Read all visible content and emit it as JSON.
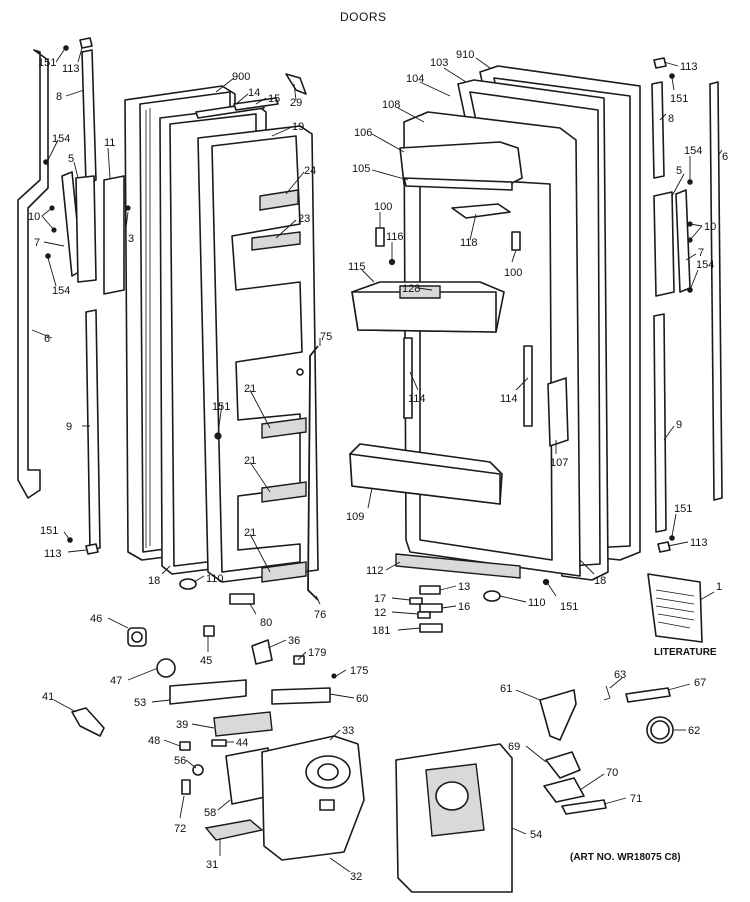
{
  "title": "DOORS",
  "art_number": "(ART NO. WR18075 C8)",
  "literature_label": "LITERATURE",
  "callouts": [
    {
      "id": "c151a",
      "text": "151"
    },
    {
      "id": "c113a",
      "text": "113"
    },
    {
      "id": "c8a",
      "text": "8"
    },
    {
      "id": "c11",
      "text": "11"
    },
    {
      "id": "c154a",
      "text": "154"
    },
    {
      "id": "c5a",
      "text": "5"
    },
    {
      "id": "c3",
      "text": "3"
    },
    {
      "id": "c10a",
      "text": "10"
    },
    {
      "id": "c7a",
      "text": "7"
    },
    {
      "id": "c154b",
      "text": "154"
    },
    {
      "id": "c6a",
      "text": "6"
    },
    {
      "id": "c9a",
      "text": "9"
    },
    {
      "id": "c151b",
      "text": "151"
    },
    {
      "id": "c113b",
      "text": "113"
    },
    {
      "id": "c900",
      "text": "900"
    },
    {
      "id": "c14",
      "text": "14"
    },
    {
      "id": "c15",
      "text": "15"
    },
    {
      "id": "c29",
      "text": "29"
    },
    {
      "id": "c19",
      "text": "19"
    },
    {
      "id": "c24",
      "text": "24"
    },
    {
      "id": "c23",
      "text": "23"
    },
    {
      "id": "c75",
      "text": "75"
    },
    {
      "id": "c151c",
      "text": "151"
    },
    {
      "id": "c21a",
      "text": "21"
    },
    {
      "id": "c21b",
      "text": "21"
    },
    {
      "id": "c21c",
      "text": "21"
    },
    {
      "id": "c18a",
      "text": "18"
    },
    {
      "id": "c110a",
      "text": "110"
    },
    {
      "id": "c76",
      "text": "76"
    },
    {
      "id": "c80",
      "text": "80"
    },
    {
      "id": "c910",
      "text": "910"
    },
    {
      "id": "c103",
      "text": "103"
    },
    {
      "id": "c104",
      "text": "104"
    },
    {
      "id": "c108",
      "text": "108"
    },
    {
      "id": "c106",
      "text": "106"
    },
    {
      "id": "c105",
      "text": "105"
    },
    {
      "id": "c100a",
      "text": "100"
    },
    {
      "id": "c116",
      "text": "116"
    },
    {
      "id": "c118",
      "text": "118"
    },
    {
      "id": "c100b",
      "text": "100"
    },
    {
      "id": "c115",
      "text": "115"
    },
    {
      "id": "c128",
      "text": "128"
    },
    {
      "id": "c114a",
      "text": "114"
    },
    {
      "id": "c114b",
      "text": "114"
    },
    {
      "id": "c107",
      "text": "107"
    },
    {
      "id": "c109",
      "text": "109"
    },
    {
      "id": "c112",
      "text": "112"
    },
    {
      "id": "c18b",
      "text": "18"
    },
    {
      "id": "c13",
      "text": "13"
    },
    {
      "id": "c17",
      "text": "17"
    },
    {
      "id": "c16",
      "text": "16"
    },
    {
      "id": "c12",
      "text": "12"
    },
    {
      "id": "c181",
      "text": "181"
    },
    {
      "id": "c110b",
      "text": "110"
    },
    {
      "id": "c151d",
      "text": "151"
    },
    {
      "id": "c113c",
      "text": "113"
    },
    {
      "id": "c151e",
      "text": "151"
    },
    {
      "id": "c8b",
      "text": "8"
    },
    {
      "id": "c154c",
      "text": "154"
    },
    {
      "id": "c6b",
      "text": "6"
    },
    {
      "id": "c5b",
      "text": "5"
    },
    {
      "id": "c10b",
      "text": "10"
    },
    {
      "id": "c7b",
      "text": "7"
    },
    {
      "id": "c154d",
      "text": "154"
    },
    {
      "id": "c9b",
      "text": "9"
    },
    {
      "id": "c151f",
      "text": "151"
    },
    {
      "id": "c113d",
      "text": "113"
    },
    {
      "id": "c1",
      "text": "1"
    },
    {
      "id": "c46",
      "text": "46"
    },
    {
      "id": "c45",
      "text": "45"
    },
    {
      "id": "c36",
      "text": "36"
    },
    {
      "id": "c179",
      "text": "179"
    },
    {
      "id": "c175",
      "text": "175"
    },
    {
      "id": "c47",
      "text": "47"
    },
    {
      "id": "c41",
      "text": "41"
    },
    {
      "id": "c53",
      "text": "53"
    },
    {
      "id": "c60",
      "text": "60"
    },
    {
      "id": "c39",
      "text": "39"
    },
    {
      "id": "c33",
      "text": "33"
    },
    {
      "id": "c48",
      "text": "48"
    },
    {
      "id": "c44",
      "text": "44"
    },
    {
      "id": "c56",
      "text": "56"
    },
    {
      "id": "c58",
      "text": "58"
    },
    {
      "id": "c72",
      "text": "72"
    },
    {
      "id": "c31",
      "text": "31"
    },
    {
      "id": "c32",
      "text": "32"
    },
    {
      "id": "c54",
      "text": "54"
    },
    {
      "id": "c61",
      "text": "61"
    },
    {
      "id": "c63",
      "text": "63"
    },
    {
      "id": "c67",
      "text": "67"
    },
    {
      "id": "c62",
      "text": "62"
    },
    {
      "id": "c69",
      "text": "69"
    },
    {
      "id": "c70",
      "text": "70"
    },
    {
      "id": "c71",
      "text": "71"
    }
  ]
}
